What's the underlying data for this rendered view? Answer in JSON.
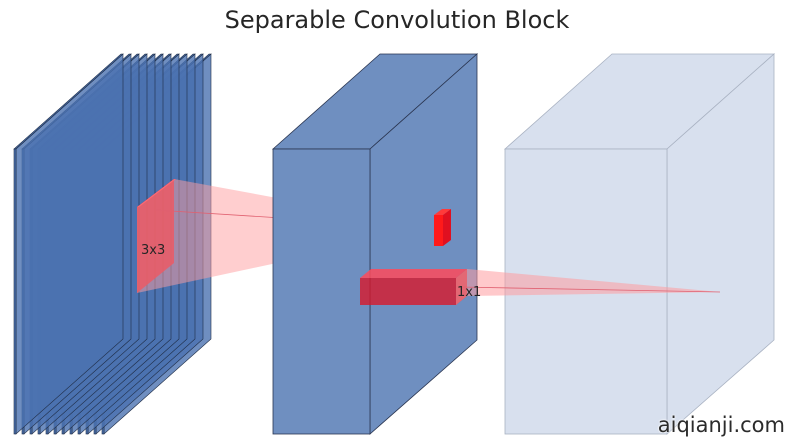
{
  "title": "Separable Convolution Block",
  "watermark": "aiqianji.com",
  "blocks": [
    {
      "name": "input-feature-map",
      "channels": 12,
      "color": "#4b72b0",
      "edge": "#1f2d46"
    },
    {
      "name": "depthwise-output",
      "color": "#6f8fc0",
      "edge": "#2a3550"
    },
    {
      "name": "pointwise-output",
      "color": "#d8e0ee",
      "edge": "#a9b2c2"
    }
  ],
  "kernels": {
    "depthwise": {
      "label": "3x3",
      "color": "#e8182a"
    },
    "pointwise": {
      "label": "1x1",
      "color": "#e8182a"
    }
  },
  "projection_color": "#ff9da0"
}
